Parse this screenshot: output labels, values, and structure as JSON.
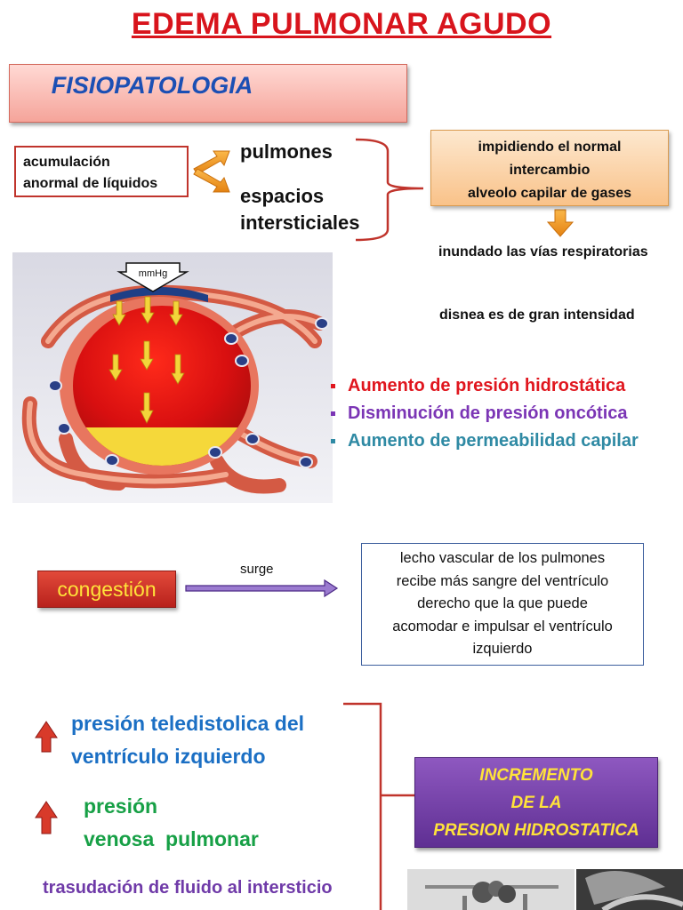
{
  "title": "EDEMA PULMONAR AGUDO",
  "section_heading": "FISIOPATOLOGIA",
  "accumulation": {
    "line1": "acumulación",
    "line2": "anormal de líquidos"
  },
  "targets": {
    "lungs": "pulmones",
    "interstitial_line1": "espacios",
    "interstitial_line2": "intersticiales"
  },
  "impeding": {
    "line1": "impidiendo el normal",
    "line2": "intercambio",
    "line3": "alveolo capilar de gases"
  },
  "flow": {
    "step1": "inundado las vías respiratorias",
    "step2": "disnea es de gran intensidad"
  },
  "diagram_label": "mmHg",
  "causes": [
    {
      "text": "Aumento de presión hidrostática",
      "color": "#e0161e"
    },
    {
      "text": "Disminución de presión oncótica",
      "color": "#7b35b5"
    },
    {
      "text": "Aumento de permeabilidad capilar",
      "color": "#2f8aa4"
    }
  ],
  "congestion": {
    "label": "congestión",
    "arrow_label": "surge",
    "result_line1": "lecho vascular de los pulmones",
    "result_line2": "recibe más sangre del ventrículo",
    "result_line3": "derecho que la que puede",
    "result_line4": "acomodar e impulsar el ventrículo",
    "result_line5": "izquierdo"
  },
  "pressures": {
    "item1_line1": "presión teledistolica del",
    "item1_line2": "ventrículo izquierdo",
    "item2_line1": "presión",
    "item2_line2": "venosa  pulmonar",
    "item3_line1": "trasudación de fluido  al intersticio"
  },
  "increment": {
    "line1": "INCREMENTO",
    "line2": "DE LA",
    "line3": "PRESION HIDROSTATICA"
  },
  "colors": {
    "title": "#d8141c",
    "heading": "#1b4fb4",
    "orange_arrow": "#f29a1f",
    "purple_arrow": "#9170c8",
    "bracket": "#c0342c"
  }
}
